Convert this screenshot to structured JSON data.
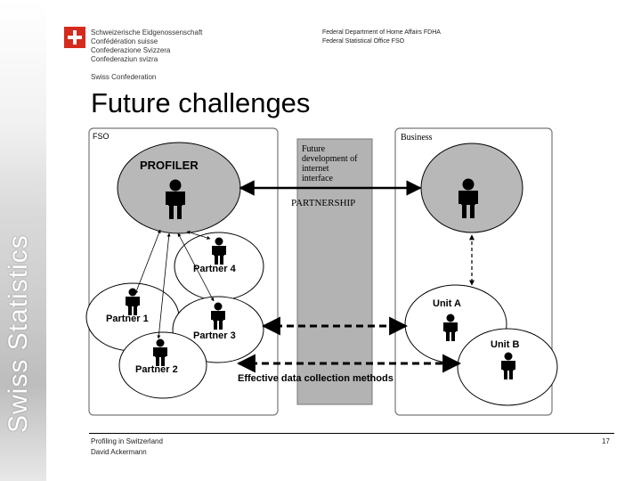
{
  "header": {
    "languages": [
      "Schweizerische Eidgenossenschaft",
      "Confédération suisse",
      "Confederazione Svizzera",
      "Confederaziun svizra"
    ],
    "confederation": "Swiss Confederation",
    "department": "Federal Department of Home Affairs FDHA",
    "office": "Federal Statistical Office FSO"
  },
  "sidebar": {
    "label": "Swiss Statistics"
  },
  "slide": {
    "title": "Future challenges"
  },
  "diagram": {
    "fso_label": "FSO",
    "business_label": "Business",
    "profiler_label": "PROFILER",
    "future_dev": [
      "Future",
      "development of",
      "internet",
      "interface"
    ],
    "partnership": "PARTNERSHIP",
    "partner1": "Partner 1",
    "partner2": "Partner 2",
    "partner3": "Partner 3",
    "partner4": "Partner 4",
    "unitA": "Unit A",
    "unitB": "Unit B",
    "methods": "Effective data collection methods"
  },
  "footer": {
    "line1": "Profiling in Switzerland",
    "line2": "David Ackermann",
    "page": "17"
  }
}
